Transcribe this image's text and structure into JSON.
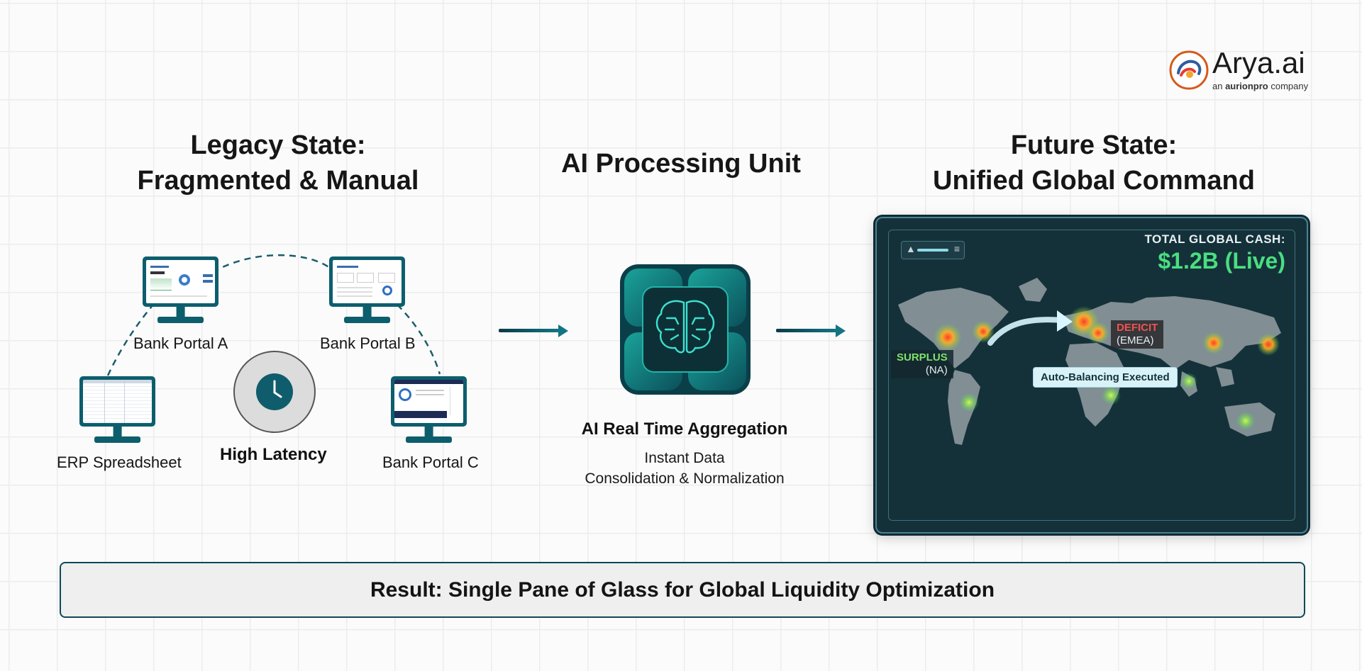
{
  "logo": {
    "name": "Arya.ai",
    "tagline_prefix": "an ",
    "tagline_brand": "aurionpro",
    "tagline_suffix": " company"
  },
  "columns": {
    "legacy": {
      "heading_line1": "Legacy State:",
      "heading_line2": "Fragmented & Manual"
    },
    "processing": {
      "heading": "AI Processing Unit"
    },
    "future": {
      "heading_line1": "Future State:",
      "heading_line2": "Unified Global Command"
    }
  },
  "legacy_nodes": {
    "bank_a": "Bank Portal A",
    "bank_b": "Bank Portal B",
    "bank_c": "Bank Portal C",
    "erp": "ERP Spreadsheet",
    "latency": "High Latency"
  },
  "ai_unit": {
    "title": "AI Real Time Aggregation",
    "desc_line1": "Instant Data",
    "desc_line2": "Consolidation & Normalization"
  },
  "map": {
    "total_label": "TOTAL GLOBAL CASH:",
    "total_value": "$1.2B (Live)",
    "surplus_label": "SURPLUS",
    "surplus_region": "(NA)",
    "deficit_label": "DEFICIT",
    "deficit_region": "(EMEA)",
    "action": "Auto-Balancing Executed"
  },
  "result": {
    "text": "Result: Single Pane of Glass for Global Liquidity Optimization"
  },
  "colors": {
    "teal_dark": "#0d5e6d",
    "accent_green": "#4ade80",
    "deficit_red": "#ef5350",
    "map_bg": "#14313a"
  }
}
